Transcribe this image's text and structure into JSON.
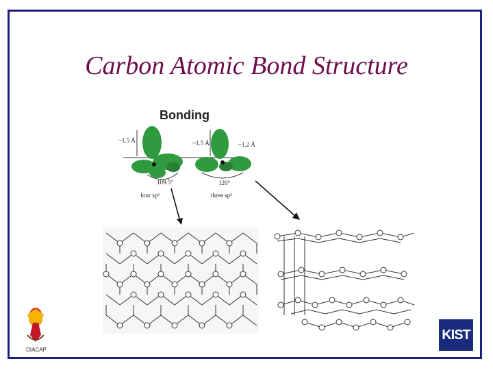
{
  "slide": {
    "title": "Carbon Atomic Bond Structure"
  },
  "figure": {
    "heading": "Bonding",
    "sp3": {
      "bond_length": "~1.5 Å",
      "angle": "109.5°",
      "label": "four sp³"
    },
    "sp2": {
      "bond_length_left": "~1.5 Å",
      "bond_length_right": "~1.2 Å",
      "angle": "120°",
      "label": "three sp²"
    }
  },
  "logos": {
    "left_caption": "DIACAP",
    "right_text": "KIST"
  },
  "colors": {
    "frame": "#1a1f7a",
    "title": "#6b0f4a",
    "orbital": "#2f9a3e"
  }
}
